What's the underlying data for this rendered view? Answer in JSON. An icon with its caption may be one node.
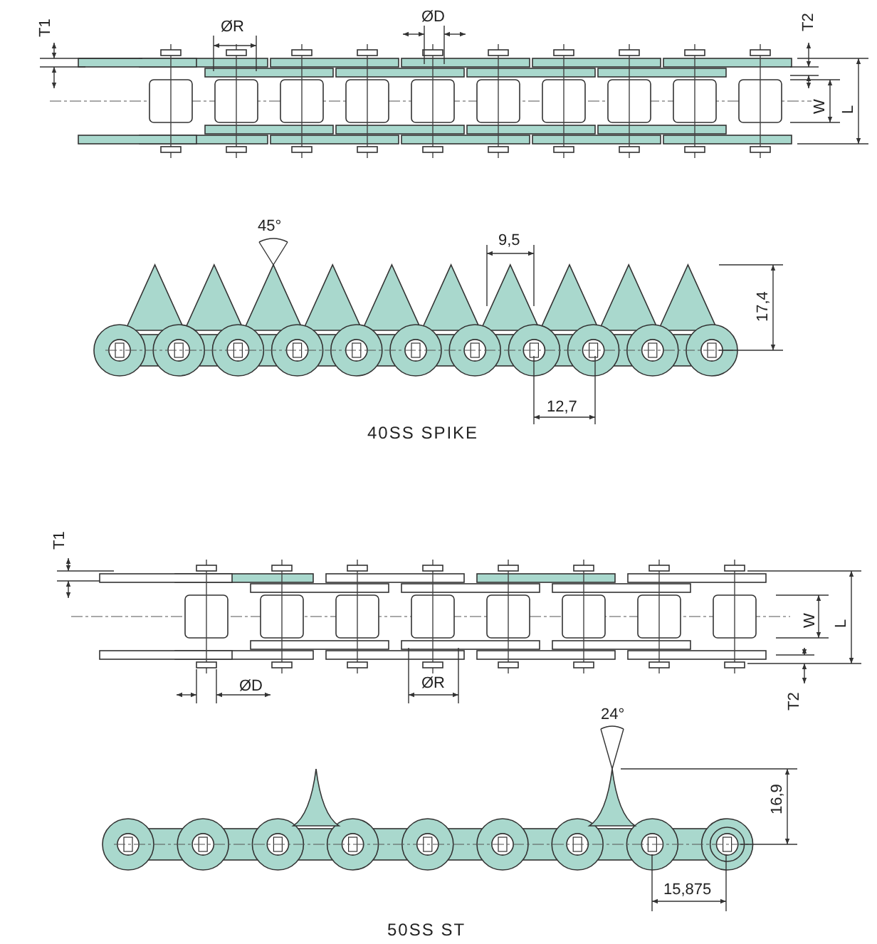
{
  "diagram": {
    "labels": [
      "T1",
      "ØR",
      "ØD",
      "T2",
      "W",
      "L",
      "45°",
      "9,5",
      "17,4",
      "12,7",
      "40SS SPIKE",
      "T1",
      "W",
      "L",
      "T2",
      "ØD",
      "ØR",
      "24°",
      "16,9",
      "15,875",
      "50SS ST"
    ]
  }
}
